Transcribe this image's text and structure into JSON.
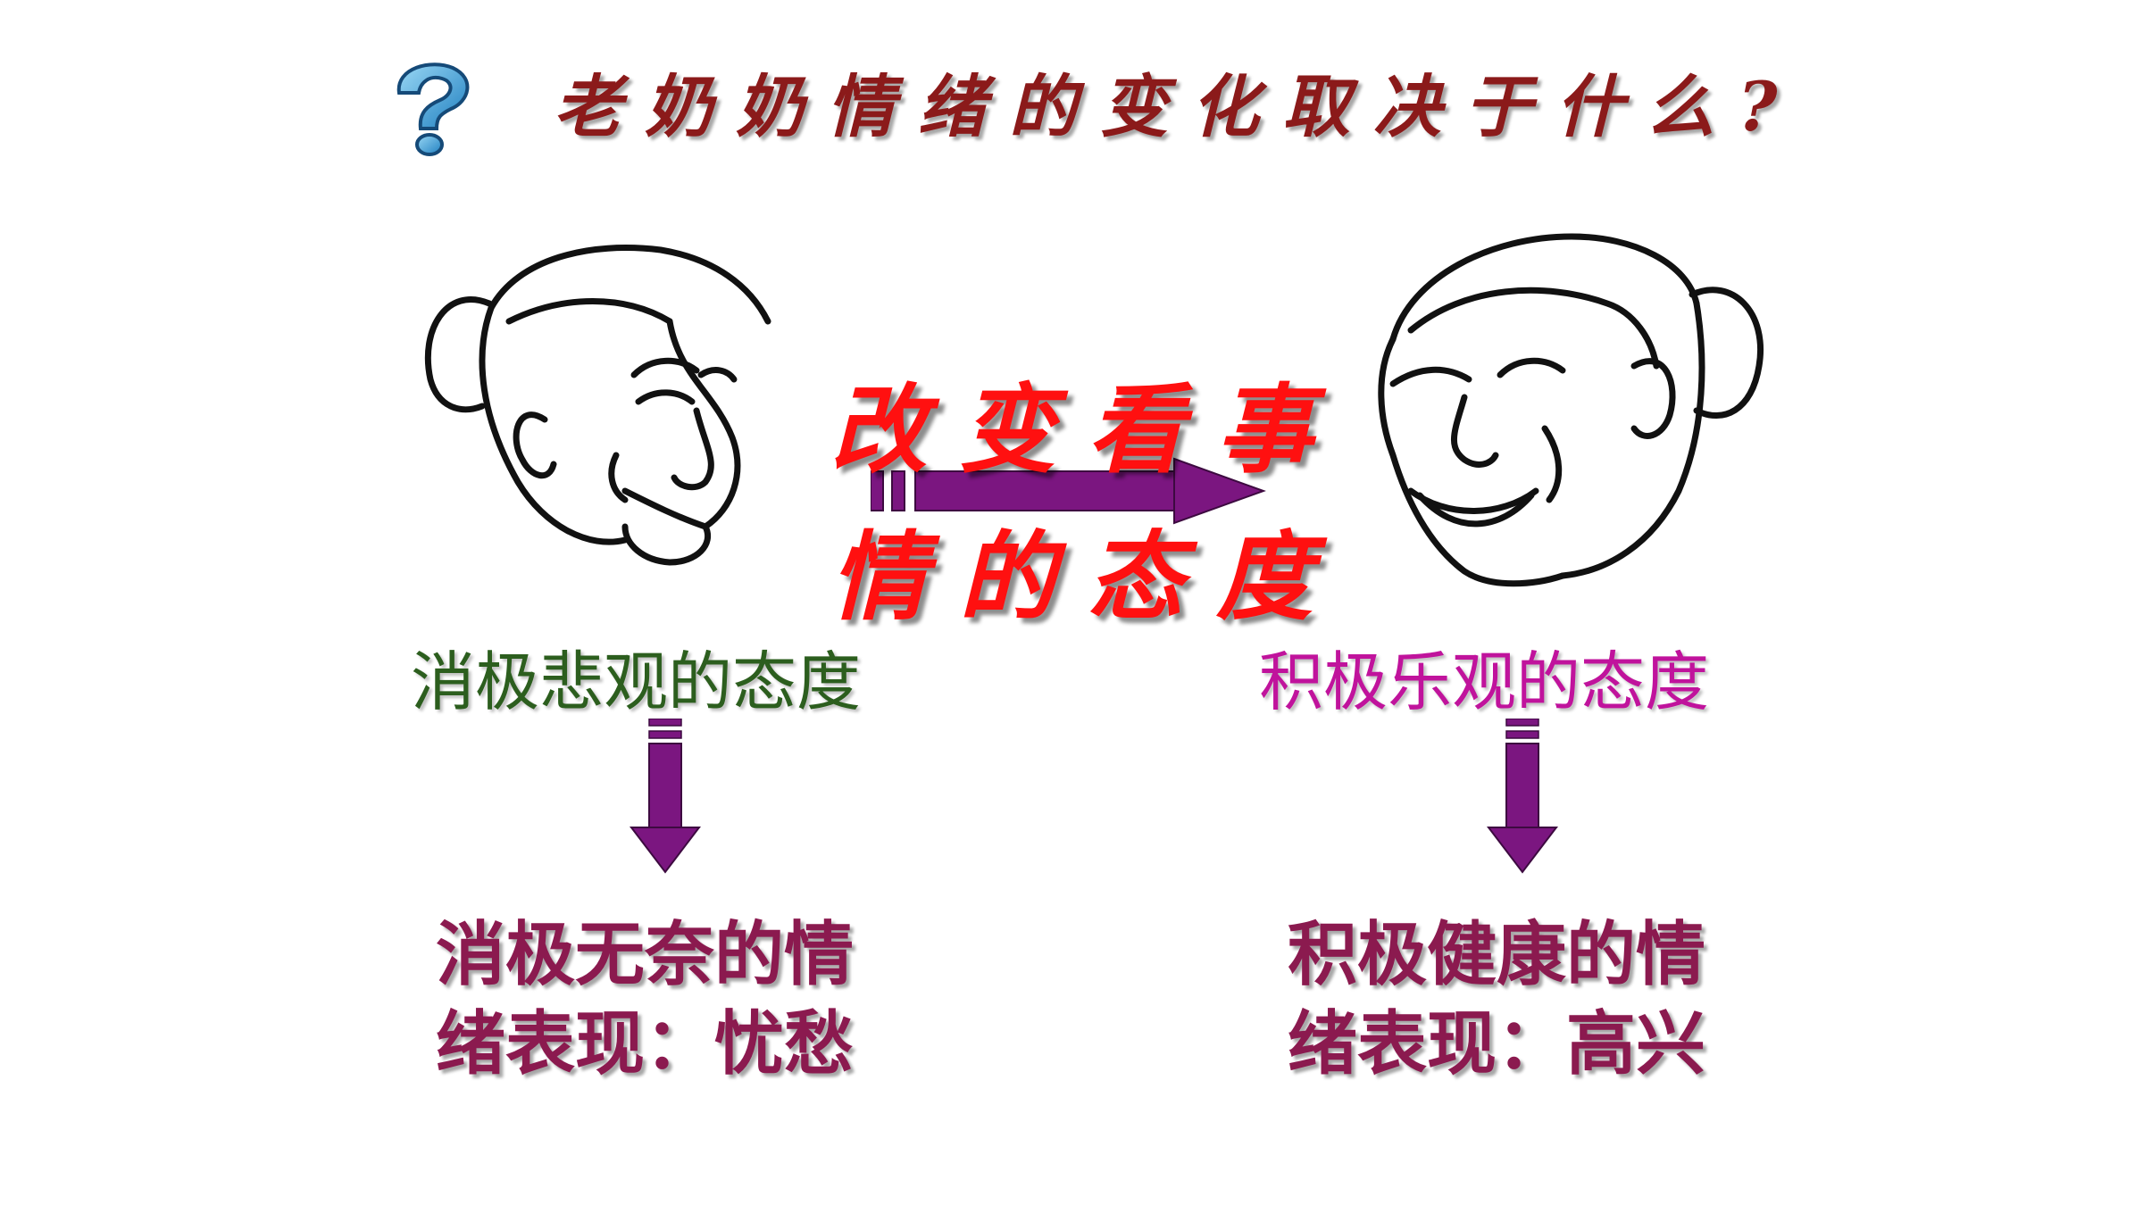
{
  "title": "老奶奶情绪的变化取决于什么?",
  "center": {
    "line1": "改变看事",
    "line2": "情的态度"
  },
  "left": {
    "attitude": "消极悲观的态度",
    "result_line1": "消极无奈的情",
    "result_line2": "绪表现：忧愁"
  },
  "right": {
    "attitude": "积极乐观的态度",
    "result_line1": "积极健康的情",
    "result_line2": "绪表现：高兴"
  },
  "colors": {
    "title": "#8b1a1a",
    "center_text": "#ff1010",
    "arrow": "#7b1680",
    "left_attitude": "#2c5e1e",
    "right_attitude": "#c0139c",
    "result": "#8b1a4f",
    "question_mark": "#3aa0d8"
  },
  "icons": [
    "question-mark-icon",
    "sad-grandma-face",
    "happy-grandma-face",
    "right-arrow-icon",
    "down-arrow-icon"
  ]
}
